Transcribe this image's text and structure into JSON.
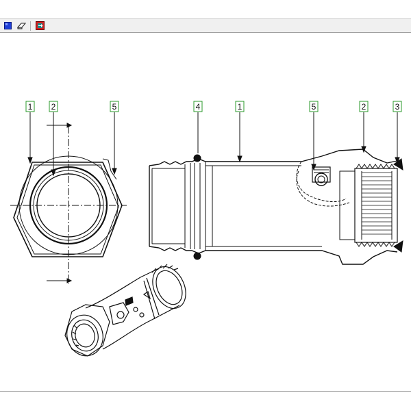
{
  "toolbar": {
    "icons": [
      "blue-square-icon",
      "eraser-icon",
      "export-icon"
    ],
    "colors": {
      "blue": "#1f3fd6",
      "red": "#d22020",
      "teal": "#1a8a8a"
    }
  },
  "callouts": {
    "left": [
      "1",
      "2",
      "5"
    ],
    "right": [
      "4",
      "1",
      "5",
      "2",
      "3"
    ],
    "box_color": "#2a9a2a"
  }
}
